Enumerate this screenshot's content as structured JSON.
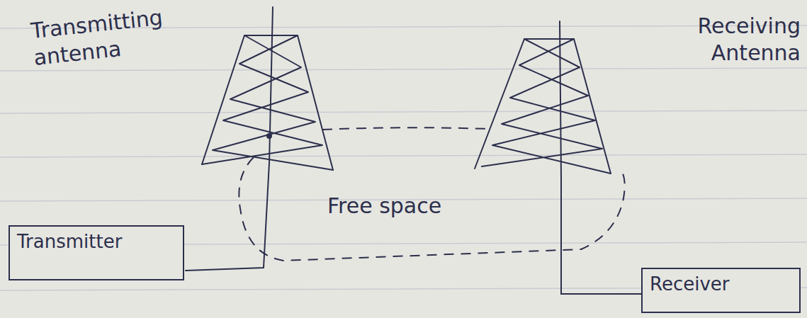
{
  "diagram": {
    "nodes": [
      {
        "text": [
          "Transmitter"
        ]
      },
      {
        "text": [
          "Receiver"
        ]
      }
    ],
    "labels": [
      "Transmitting antenna",
      "Receiving Antenna",
      "Free space"
    ]
  }
}
